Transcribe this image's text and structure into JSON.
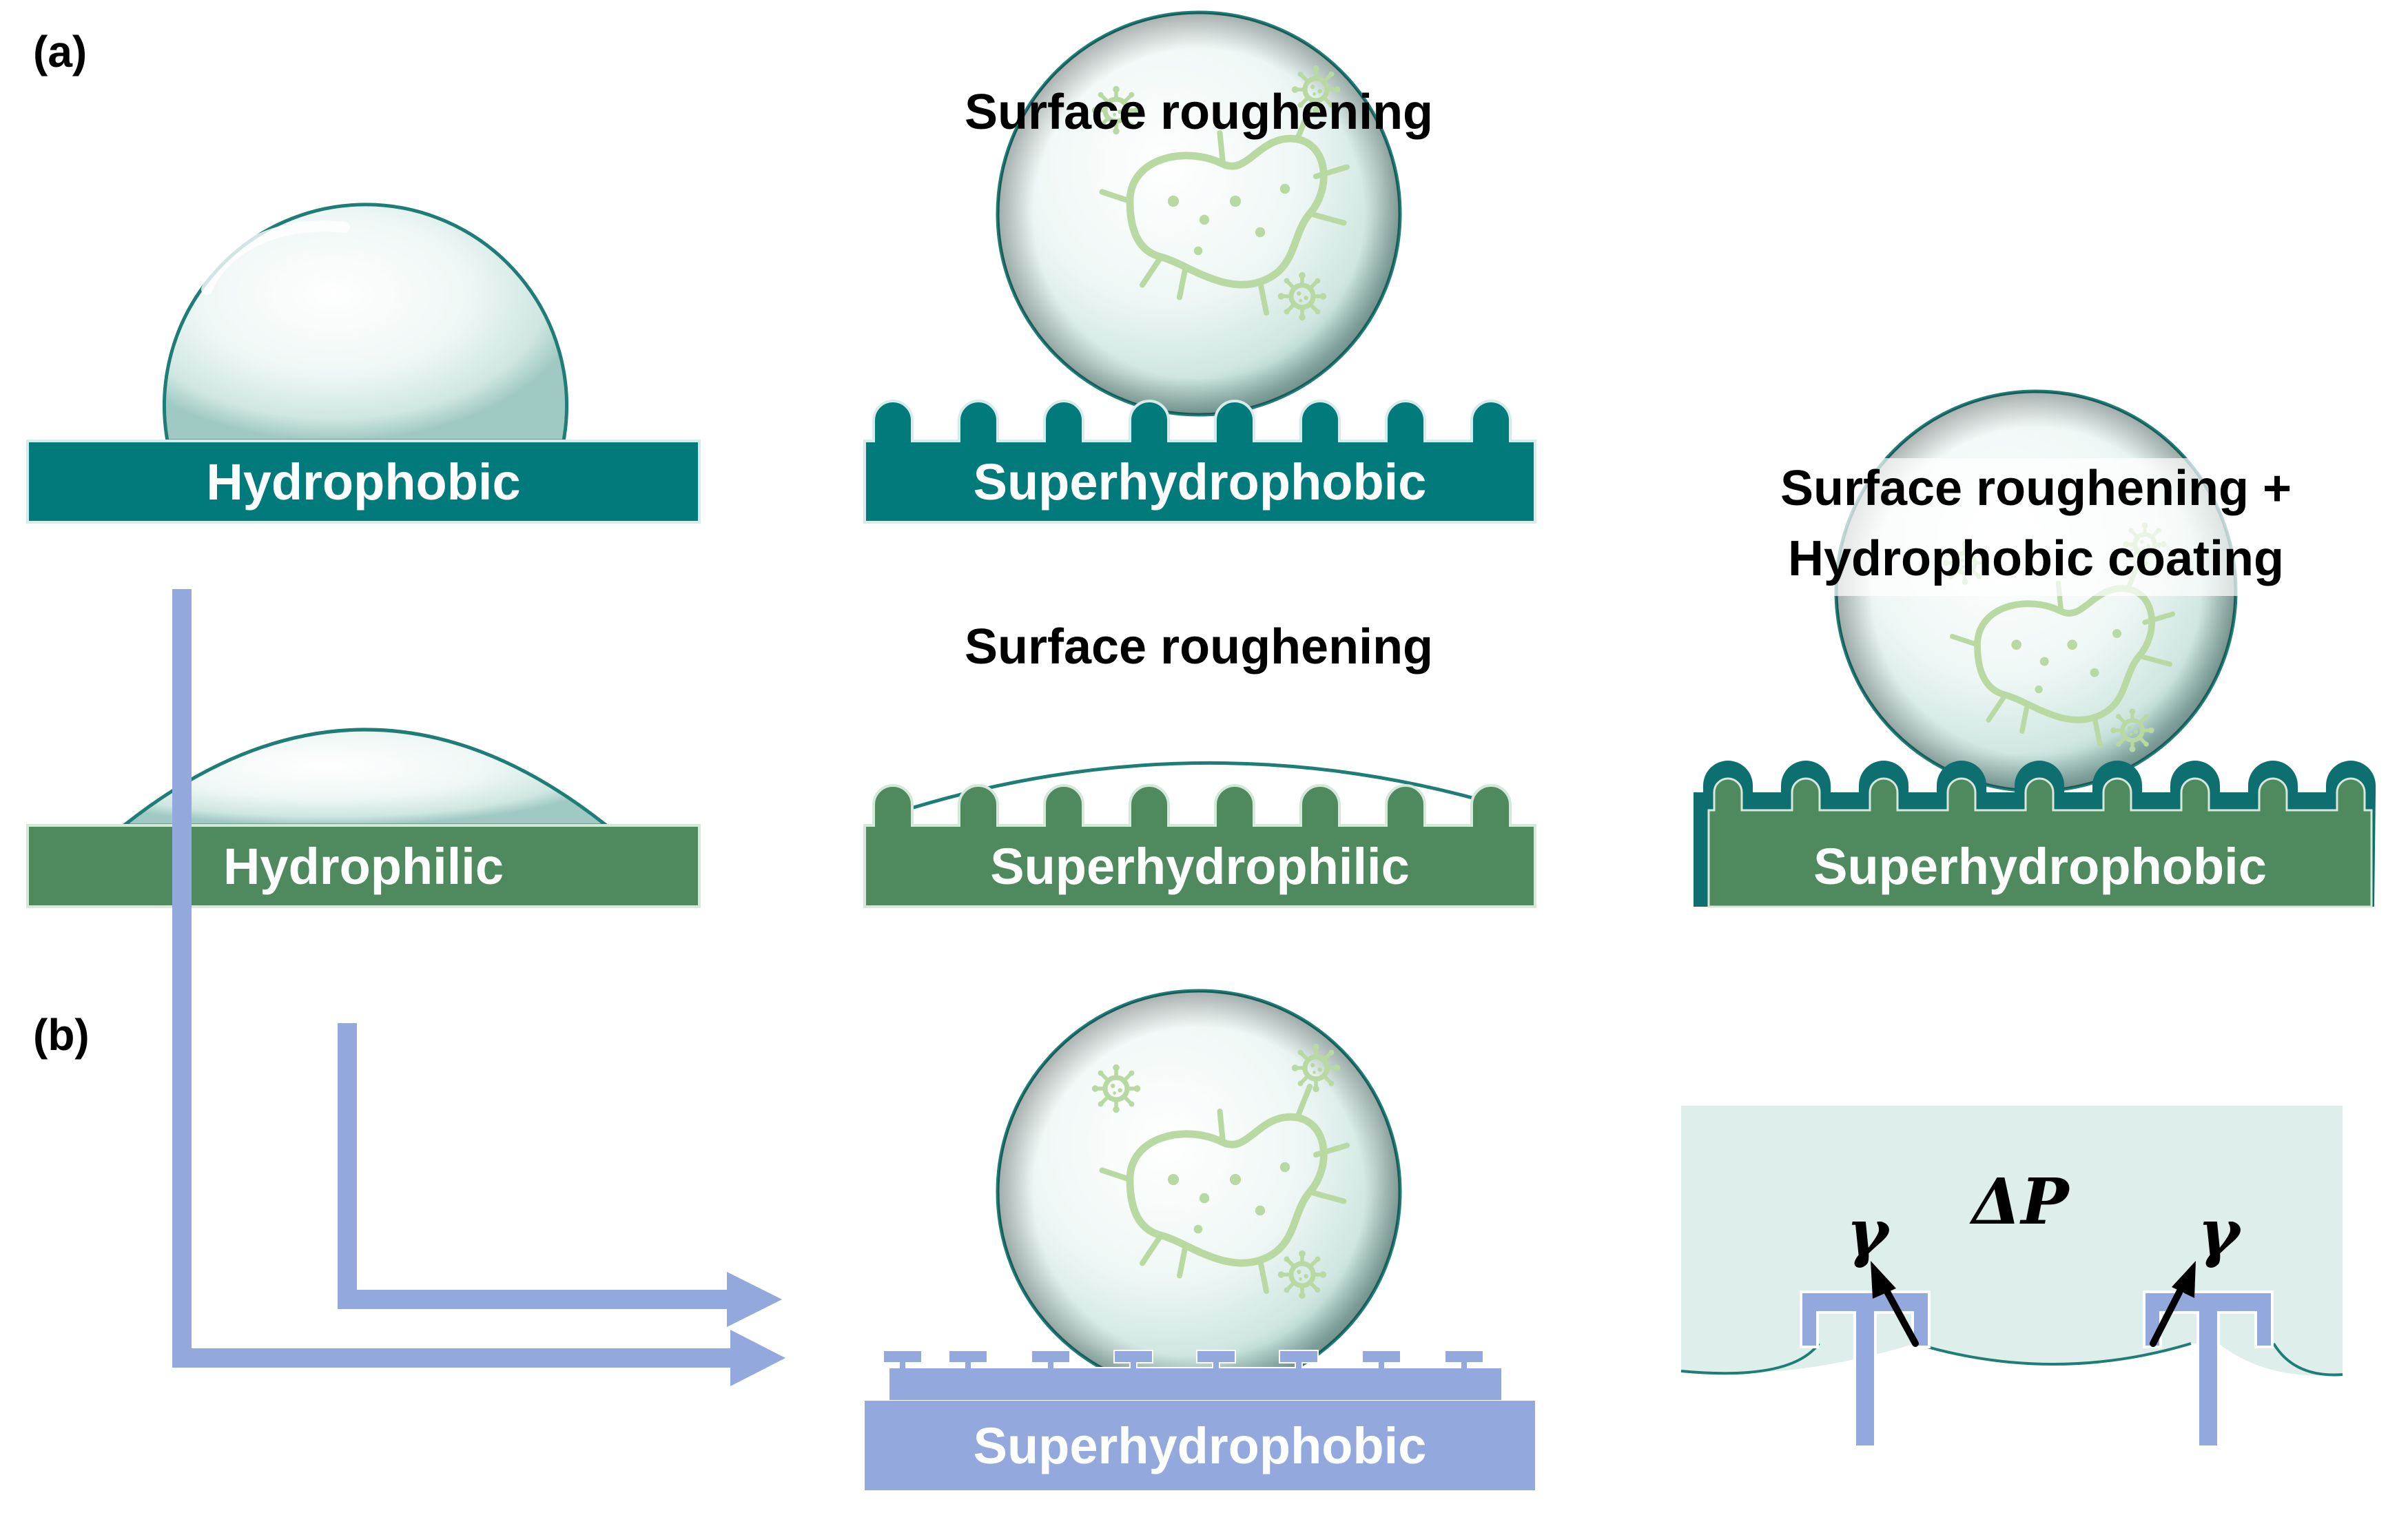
{
  "panels": {
    "a": "(a)",
    "b": "(b)"
  },
  "headings": {
    "roughening_top": "Surface roughening",
    "roughening_mid": "Surface roughening",
    "roughening_coating_line1": "Surface roughening +",
    "roughening_coating_line2": "Hydrophobic coating"
  },
  "substrates": {
    "hydrophobic": "Hydrophobic",
    "superhydrophobic_teal": "Superhydrophobic",
    "hydrophilic": "Hydrophilic",
    "superhydrophilic": "Superhydrophilic",
    "superhydrophobic_coated": "Superhydrophobic",
    "superhydrophobic_reentrant": "Superhydrophobic"
  },
  "symbols": {
    "pressure": "ΔP",
    "gamma_left": "γ",
    "gamma_right": "γ"
  },
  "colors": {
    "teal": "#007a7a",
    "green": "#4f8a5e",
    "lavender": "#93a9dd",
    "microbe": "#b9d9a2",
    "liquid": "#deeeea",
    "water_outline": "#1f7d78"
  }
}
